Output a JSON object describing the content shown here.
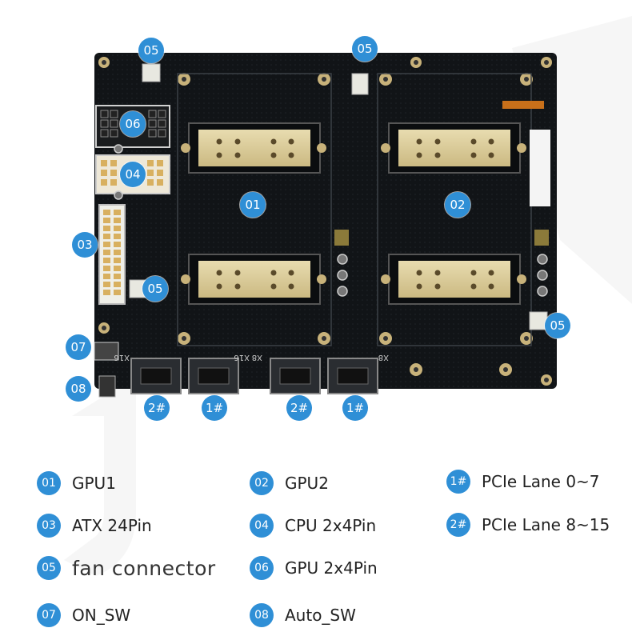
{
  "markers": {
    "fan_top_left": "05",
    "fan_top_mid": "05",
    "gpu_power": "06",
    "cpu_power": "04",
    "atx": "03",
    "fan_left": "05",
    "on_sw": "07",
    "auto_sw": "08",
    "gpu1": "01",
    "gpu2": "02",
    "fan_right": "05",
    "lane_a": "2#",
    "lane_b": "1#",
    "lane_c": "2#",
    "lane_d": "1#"
  },
  "silkscreen": {
    "x16": "X16",
    "x8_a": "X8",
    "x16_b": "X16",
    "x8_b": "X8"
  },
  "legend": [
    {
      "marker": "01",
      "label": "GPU1"
    },
    {
      "marker": "02",
      "label": "GPU2"
    },
    {
      "marker": "1#",
      "label": "PCIe Lane 0~7"
    },
    {
      "marker": "03",
      "label": "ATX 24Pin"
    },
    {
      "marker": "04",
      "label": "CPU 2x4Pin"
    },
    {
      "marker": "2#",
      "label": "PCIe Lane 8~15"
    },
    {
      "marker": "05",
      "label": "fan connector"
    },
    {
      "marker": "06",
      "label": "GPU 2x4Pin"
    },
    {
      "marker": "07",
      "label": "ON_SW"
    },
    {
      "marker": "08",
      "label": "Auto_SW"
    }
  ],
  "colors": {
    "marker": "#2f8fd6",
    "board": "#111417",
    "slot": "#d9cc9a"
  }
}
